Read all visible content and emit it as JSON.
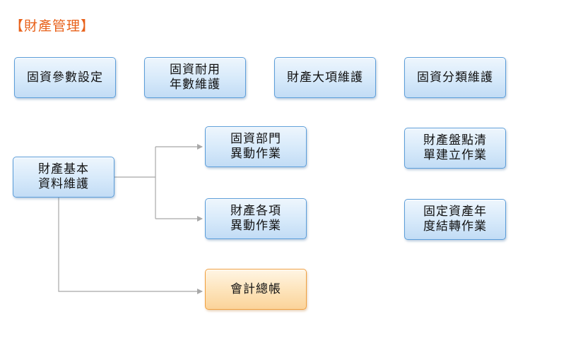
{
  "title": "【財產管理】",
  "colors": {
    "title": "#e8611a",
    "node_border": "#5b9dd9",
    "node_fill": "#d6e9fa",
    "highlight_border": "#f0a040",
    "highlight_fill": "#fde3b9",
    "connector": "#a8a8a8"
  },
  "nodes": {
    "asset_params": "固資參數設定",
    "asset_life": "固資耐用\n年數維護",
    "property_major": "財產大項維護",
    "asset_category": "固資分類維護",
    "property_basic": "財產基本\n資料維護",
    "dept_change": "固資部門\n異動作業",
    "item_change": "財產各項\n異動作業",
    "general_ledger": "會計總帳",
    "inventory_list": "財產盤點清\n單建立作業",
    "year_end_transfer": "固定資產年\n度結轉作業"
  }
}
